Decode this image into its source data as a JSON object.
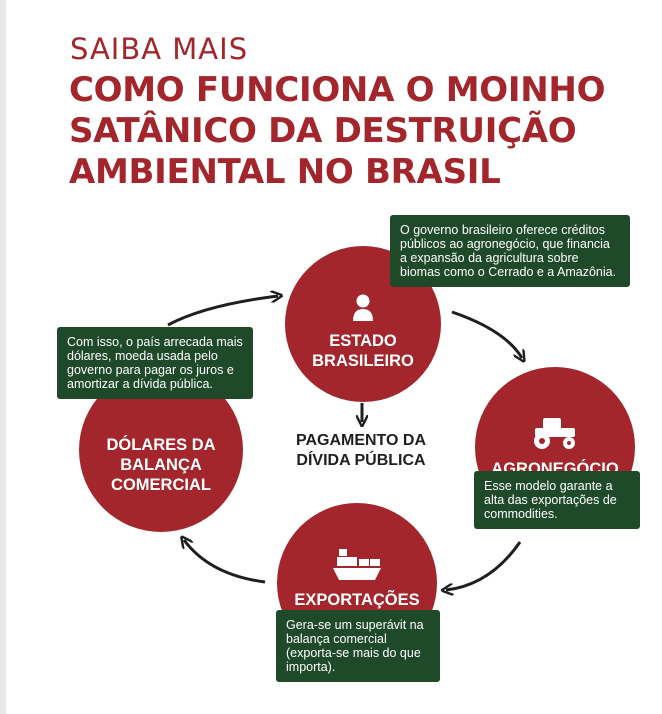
{
  "header": {
    "kicker": "SAIBA MAIS",
    "title_lines": [
      "COMO FUNCIONA O MOINHO",
      "SATÂNICO DA DESTRUIÇÃO",
      "AMBIENTAL NO BRASIL"
    ]
  },
  "colors": {
    "accent": "#a3262c",
    "note_bg": "#1f4a2a",
    "arrow": "#1f1f1f"
  },
  "nodes": {
    "estado": {
      "label": "ESTADO BRASILEIRO",
      "icon": "person-icon"
    },
    "agronegocio": {
      "label": "AGRONEGÓCIO",
      "icon": "tractor-icon"
    },
    "exportacoes": {
      "label": "EXPORTAÇÕES",
      "icon": "ship-icon"
    },
    "dolares": {
      "label": "DÓLARES DA BALANÇA COMERCIAL"
    }
  },
  "notes": {
    "estado": "O governo brasileiro oferece créditos públicos ao agronegócio, que financia a expansão da agricultura sobre biomas como o Cerrado e a Amazônia.",
    "agronegocio": "Esse modelo garante a alta das exportações de commodities.",
    "exportacoes": "Gera-se um superávit na balança comercial (exporta-se mais do que importa).",
    "dolares": "Com isso, o país arrecada mais dólares, moeda usada pelo governo para pagar os juros e amortizar a dívida pública."
  },
  "center": {
    "label": "PAGAMENTO DA DÍVIDA PÚBLICA"
  }
}
